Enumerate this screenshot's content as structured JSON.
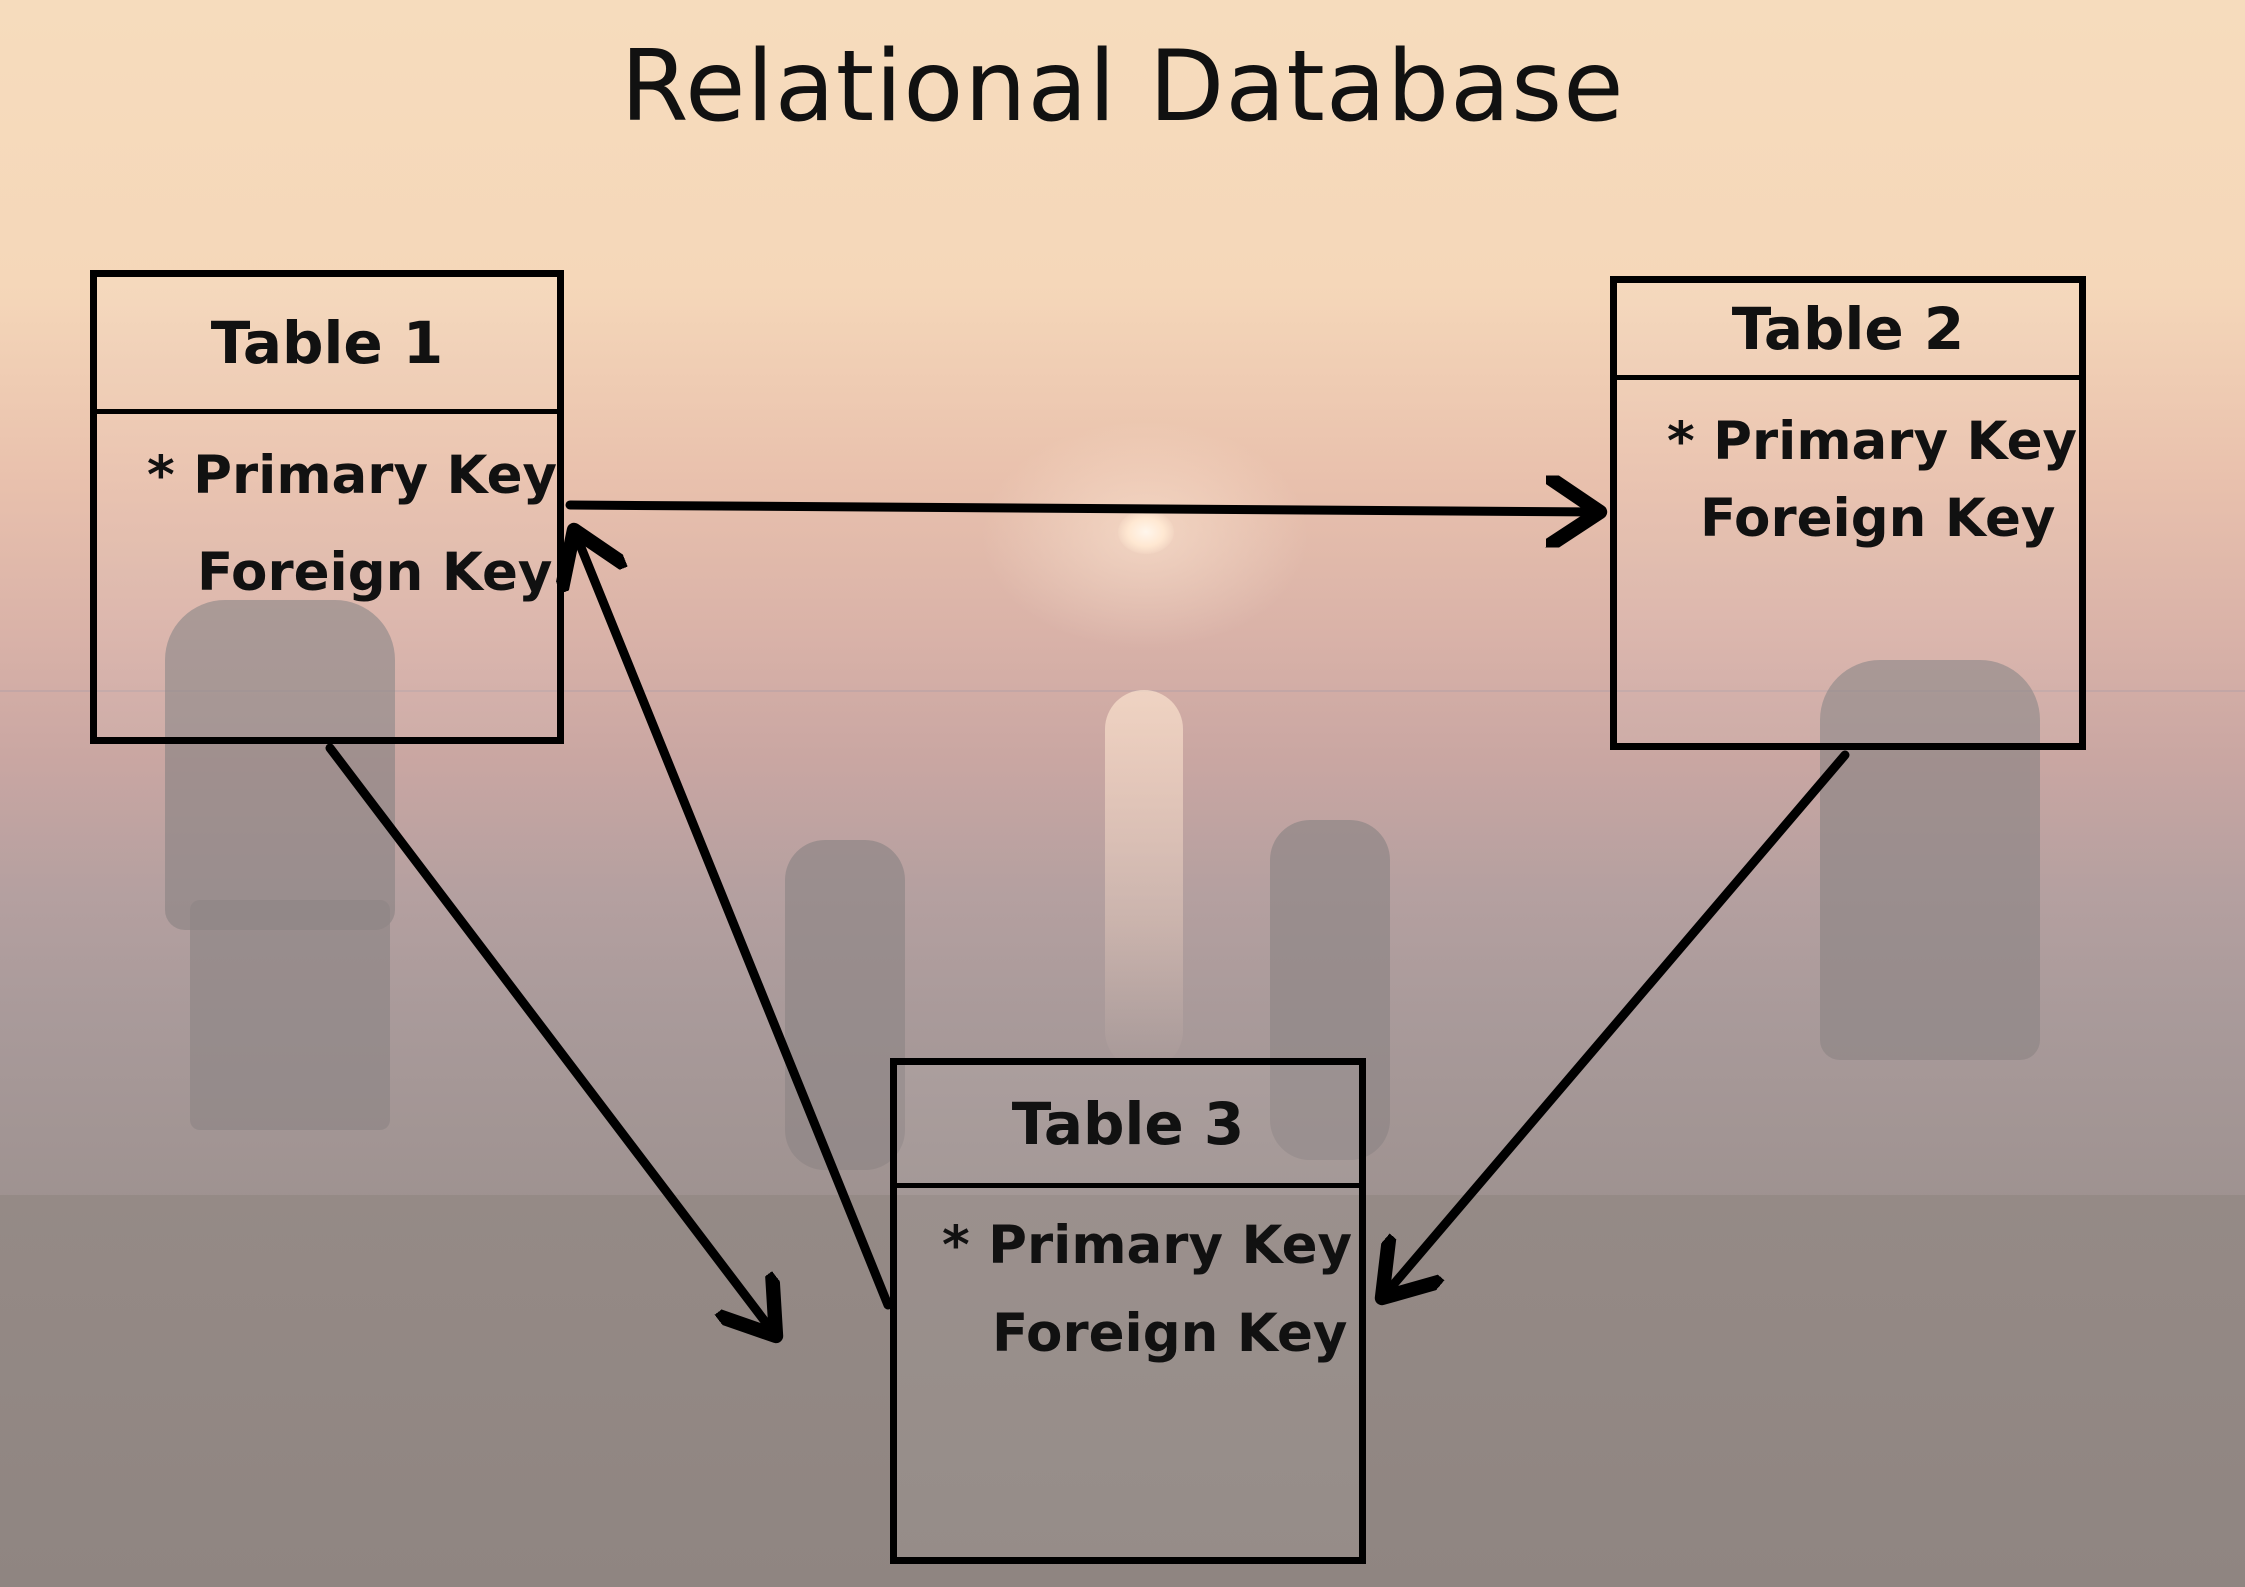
{
  "title": "Relational Database",
  "tables": [
    {
      "name": "Table 1",
      "primary_key": "* Primary Key",
      "foreign_key": "Foreign Key"
    },
    {
      "name": "Table 2",
      "primary_key": "* Primary Key",
      "foreign_key": "Foreign Key"
    },
    {
      "name": "Table 3",
      "primary_key": "* Primary Key",
      "foreign_key": "Foreign Key"
    }
  ],
  "relationships": [
    {
      "from": "Table 1",
      "to": "Table 2"
    },
    {
      "from": "Table 1",
      "to": "Table 3"
    },
    {
      "from": "Table 3",
      "to": "Table 1"
    },
    {
      "from": "Table 2",
      "to": "Table 3"
    }
  ],
  "colors": {
    "line": "#000000",
    "text": "#111111",
    "background_top": "#f6dcbd",
    "background_bottom": "#978b87"
  }
}
